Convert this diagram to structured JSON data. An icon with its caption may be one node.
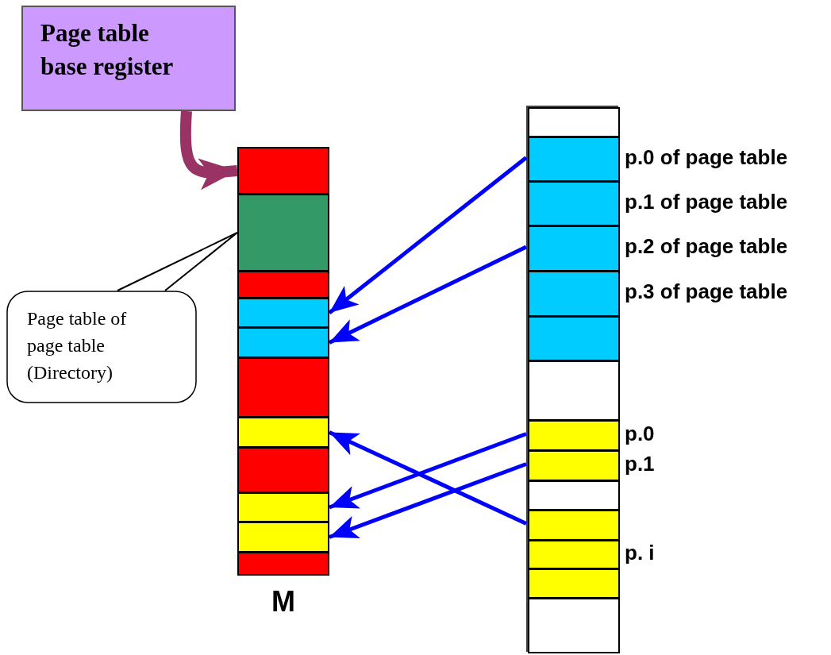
{
  "diagram": {
    "nodes": [
      {
        "text": [
          "Page table base register"
        ]
      },
      {
        "text": [
          "M"
        ]
      },
      {
        "text": [],
        "shape": "box",
        "in": 1
      },
      {
        "text": [],
        "shape": "box",
        "in": 1
      },
      {
        "text": [],
        "shape": "box",
        "in": 1
      },
      {
        "text": [],
        "shape": "box",
        "in": 1
      },
      {
        "text": [],
        "shape": "box",
        "in": 1
      },
      {
        "text": [],
        "shape": "box",
        "in": 1
      },
      {
        "text": [],
        "shape": "box",
        "in": 1
      },
      {
        "text": [],
        "shape": "box",
        "in": 1
      },
      {
        "text": [],
        "shape": "box",
        "in": 1
      },
      {
        "text": [],
        "shape": "box",
        "in": 1
      },
      {
        "text": [],
        "shape": "box",
        "in": 1
      },
      {
        "text": [],
        "shape": "box"
      },
      {
        "text": [],
        "shape": "box",
        "in": 13
      },
      {
        "text": [],
        "shape": "box",
        "in": 13,
        "beside": [
          "p.0 of page table"
        ]
      },
      {
        "text": [],
        "shape": "box",
        "in": 13,
        "beside": [
          "p.1 of page table"
        ]
      },
      {
        "text": [],
        "shape": "box",
        "in": 13,
        "beside": [
          "p.2 of page table"
        ]
      },
      {
        "text": [],
        "shape": "box",
        "in": 13,
        "beside": [
          "p.3 of page table"
        ]
      },
      {
        "text": [],
        "shape": "box",
        "in": 13
      },
      {
        "text": [],
        "shape": "box",
        "in": 13
      },
      {
        "text": [],
        "shape": "box",
        "in": 13,
        "beside": [
          "p.0"
        ]
      },
      {
        "text": [],
        "shape": "box",
        "in": 13,
        "beside": [
          "p.1"
        ]
      },
      {
        "text": [],
        "shape": "box",
        "in": 13
      },
      {
        "text": [],
        "shape": "box",
        "in": 13
      },
      {
        "text": [],
        "shape": "box",
        "in": 13,
        "beside": [
          "p. i"
        ]
      },
      {
        "text": [],
        "shape": "box",
        "in": 13
      },
      {
        "text": [],
        "shape": "box",
        "in": 13
      },
      {
        "text": [
          "Page table of page table (Directory)"
        ]
      }
    ],
    "edges": [
      {
        "from": 0,
        "to": 2,
        "arrow": "to",
        "style": "thick",
        "color": "#993366"
      },
      {
        "from": 15,
        "to": 5,
        "arrow": "to"
      },
      {
        "from": 17,
        "to": 6,
        "arrow": "to"
      },
      {
        "from": 21,
        "to": 10,
        "arrow": "to"
      },
      {
        "from": 22,
        "to": 11,
        "arrow": "to"
      },
      {
        "from": 24,
        "to": 8,
        "arrow": "to"
      },
      {
        "from": 28,
        "to": 3,
        "arrow": "none",
        "color": "#000000"
      }
    ]
  }
}
